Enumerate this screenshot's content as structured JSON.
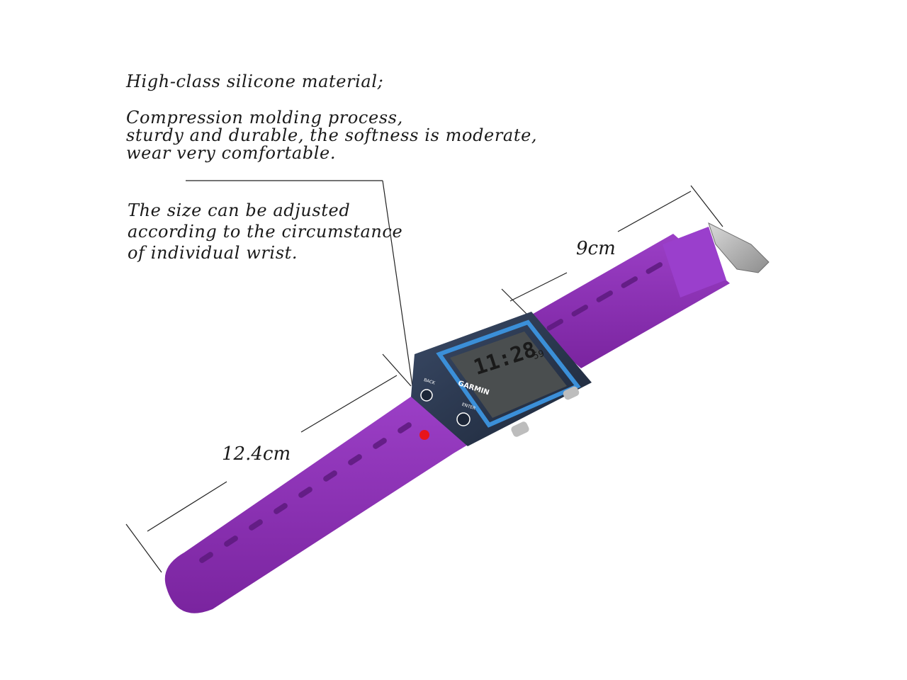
{
  "captions": {
    "material": "High-class silicone material;",
    "process": "Compression molding process,\nsturdy and durable, the softness is moderate,\nwear very comfortable.",
    "size": "The size can be adjusted\naccording to the circumstance\nof individual wrist."
  },
  "dimensions": {
    "short_strap": "9cm",
    "long_strap": "12.4cm"
  },
  "watch": {
    "brand": "GARMIN",
    "time": "11:28",
    "seconds": "59",
    "back_label": "BACK",
    "enter_label": "ENTER"
  },
  "colors": {
    "strap": "#8a2fb5",
    "bezel": "#2a3a55",
    "accent_ring": "#3b8fd8",
    "marker": "#e8141c"
  }
}
